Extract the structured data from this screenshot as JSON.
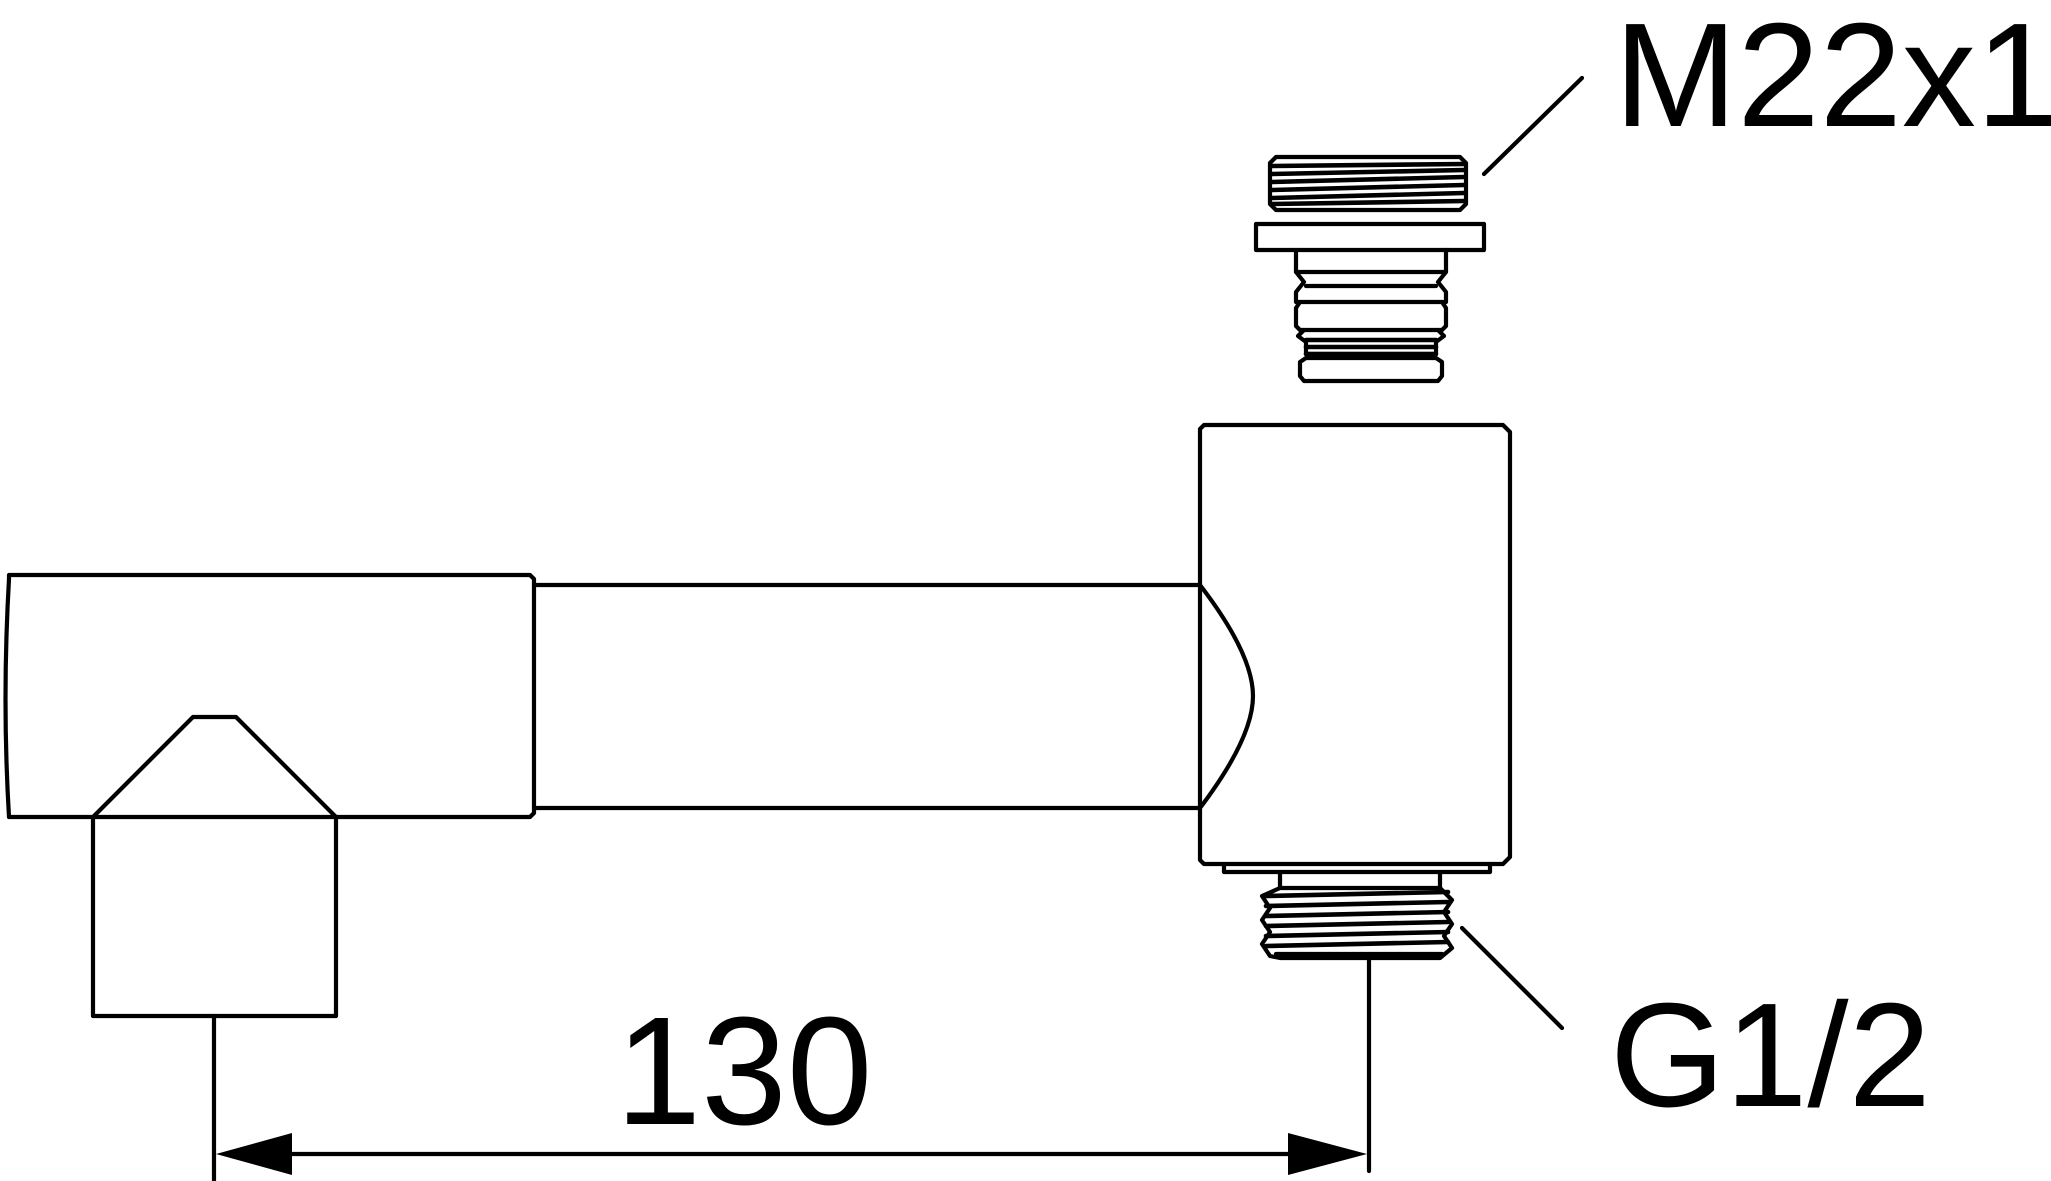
{
  "diagram": {
    "colors": {
      "stroke": "#000000",
      "background": "#ffffff"
    },
    "labels": {
      "top_thread": "M22x1",
      "bottom_thread": "G1/2"
    },
    "dimension": {
      "value": "130"
    }
  }
}
